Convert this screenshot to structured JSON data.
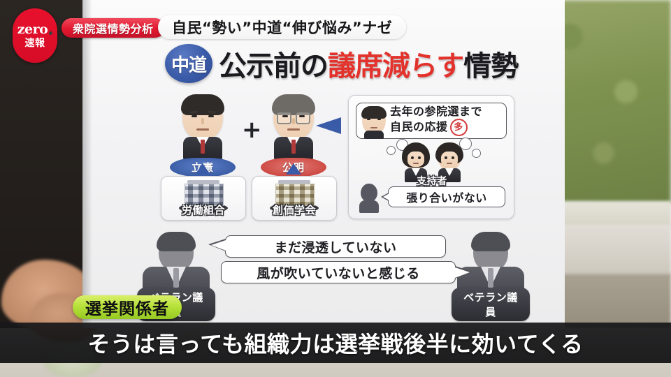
{
  "broadcaster": {
    "logo_text": "zero",
    "breaking_label": "速報"
  },
  "header": {
    "category_label": "衆院選情勢分析",
    "headline": "自民“勢い”中道“伸び悩み”ナゼ"
  },
  "title": {
    "badge": "中道",
    "part1": "公示前の",
    "part2_highlight": "議席減らす",
    "part3": "情勢",
    "highlight_color": "#e3322c",
    "badge_color": "#3a5ba8"
  },
  "parties": {
    "plus": "+",
    "items": [
      {
        "label": "立憲",
        "color": "#3c5fa8"
      },
      {
        "label": "公明",
        "color": "#cf4b45"
      }
    ]
  },
  "organizations": [
    {
      "label": "労働組合",
      "icon": "building-icon"
    },
    {
      "label": "創価学会",
      "icon": "building-icon"
    }
  ],
  "subpanel": {
    "note_line1": "去年の参院選まで",
    "note_line2": "自民の応援",
    "note_badge": "多",
    "supporters_label": "支持者",
    "supporter_quote": "張り合いがない"
  },
  "veterans": {
    "left_label": "ベテラン議員",
    "right_label": "ベテラン議員",
    "quote1": "まだ浸透していない",
    "quote2": "風が吹いていないと感じる"
  },
  "source": {
    "pill_label": "選挙関係者",
    "pill_color": "#b6e03a"
  },
  "subtitle": {
    "text": "そうは言っても組織力は選挙戦後半に効いてくる"
  }
}
